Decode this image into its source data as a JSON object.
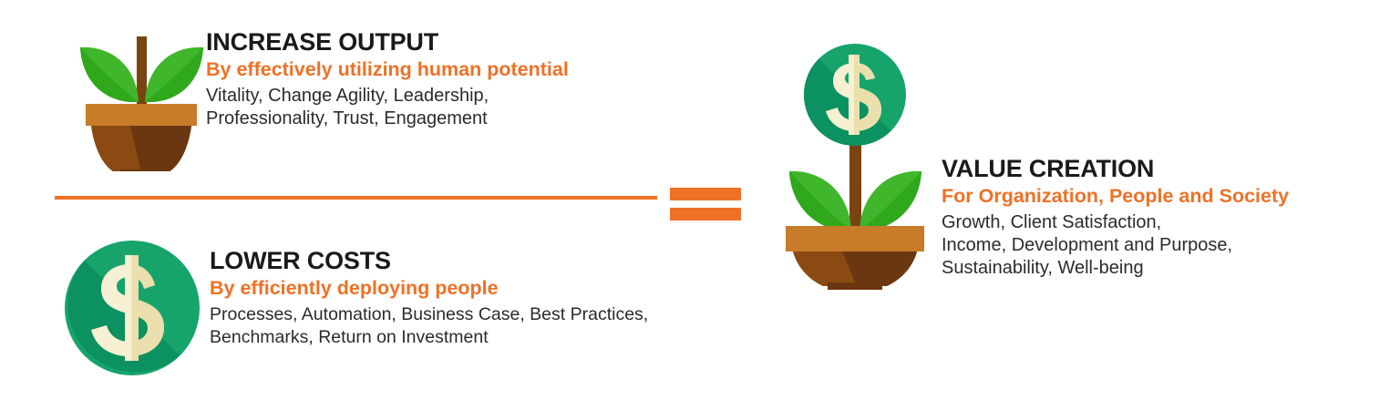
{
  "document": {
    "type": "infographic",
    "background_color": "#FFFFFF",
    "accent_color": "#EE7125",
    "heading_color": "#1A1A1A",
    "body_color": "#2B2B2B"
  },
  "blocks": {
    "increase_output": {
      "heading": "INCREASE OUTPUT",
      "subheading": "By effectively utilizing human potential",
      "body": "Vitality, Change Agility, Leadership,\nProfessionality, Trust, Engagement",
      "icon": "plant-in-pot-icon"
    },
    "lower_costs": {
      "heading": "LOWER COSTS",
      "subheading": "By efficiently deploying people",
      "body": "Processes, Automation, Business Case, Best Practices,\nBenchmarks, Return on Investment",
      "icon": "dollar-coin-icon"
    },
    "value_creation": {
      "heading": "VALUE CREATION",
      "subheading": "For Organization, People and Society",
      "body": "Growth, Client Satisfaction,\nIncome, Development and Purpose,\nSustainability, Well-being",
      "icon": "money-plant-icon"
    }
  },
  "operators": {
    "divider": "horizontal-rule",
    "equals": "equals-sign"
  },
  "palette": {
    "orange_accent": "#EE7125",
    "leaf_light": "#3FB62B",
    "leaf_dark": "#2FA81C",
    "pot_rim": "#C87B28",
    "pot_left": "#8A4A12",
    "pot_right": "#6B3710",
    "stem": "#7A4412",
    "coin_light": "#16A46B",
    "coin_dark": "#0C9160",
    "coin_symbol_light": "#F7F0D2",
    "coin_symbol_dark": "#EADFAD"
  }
}
